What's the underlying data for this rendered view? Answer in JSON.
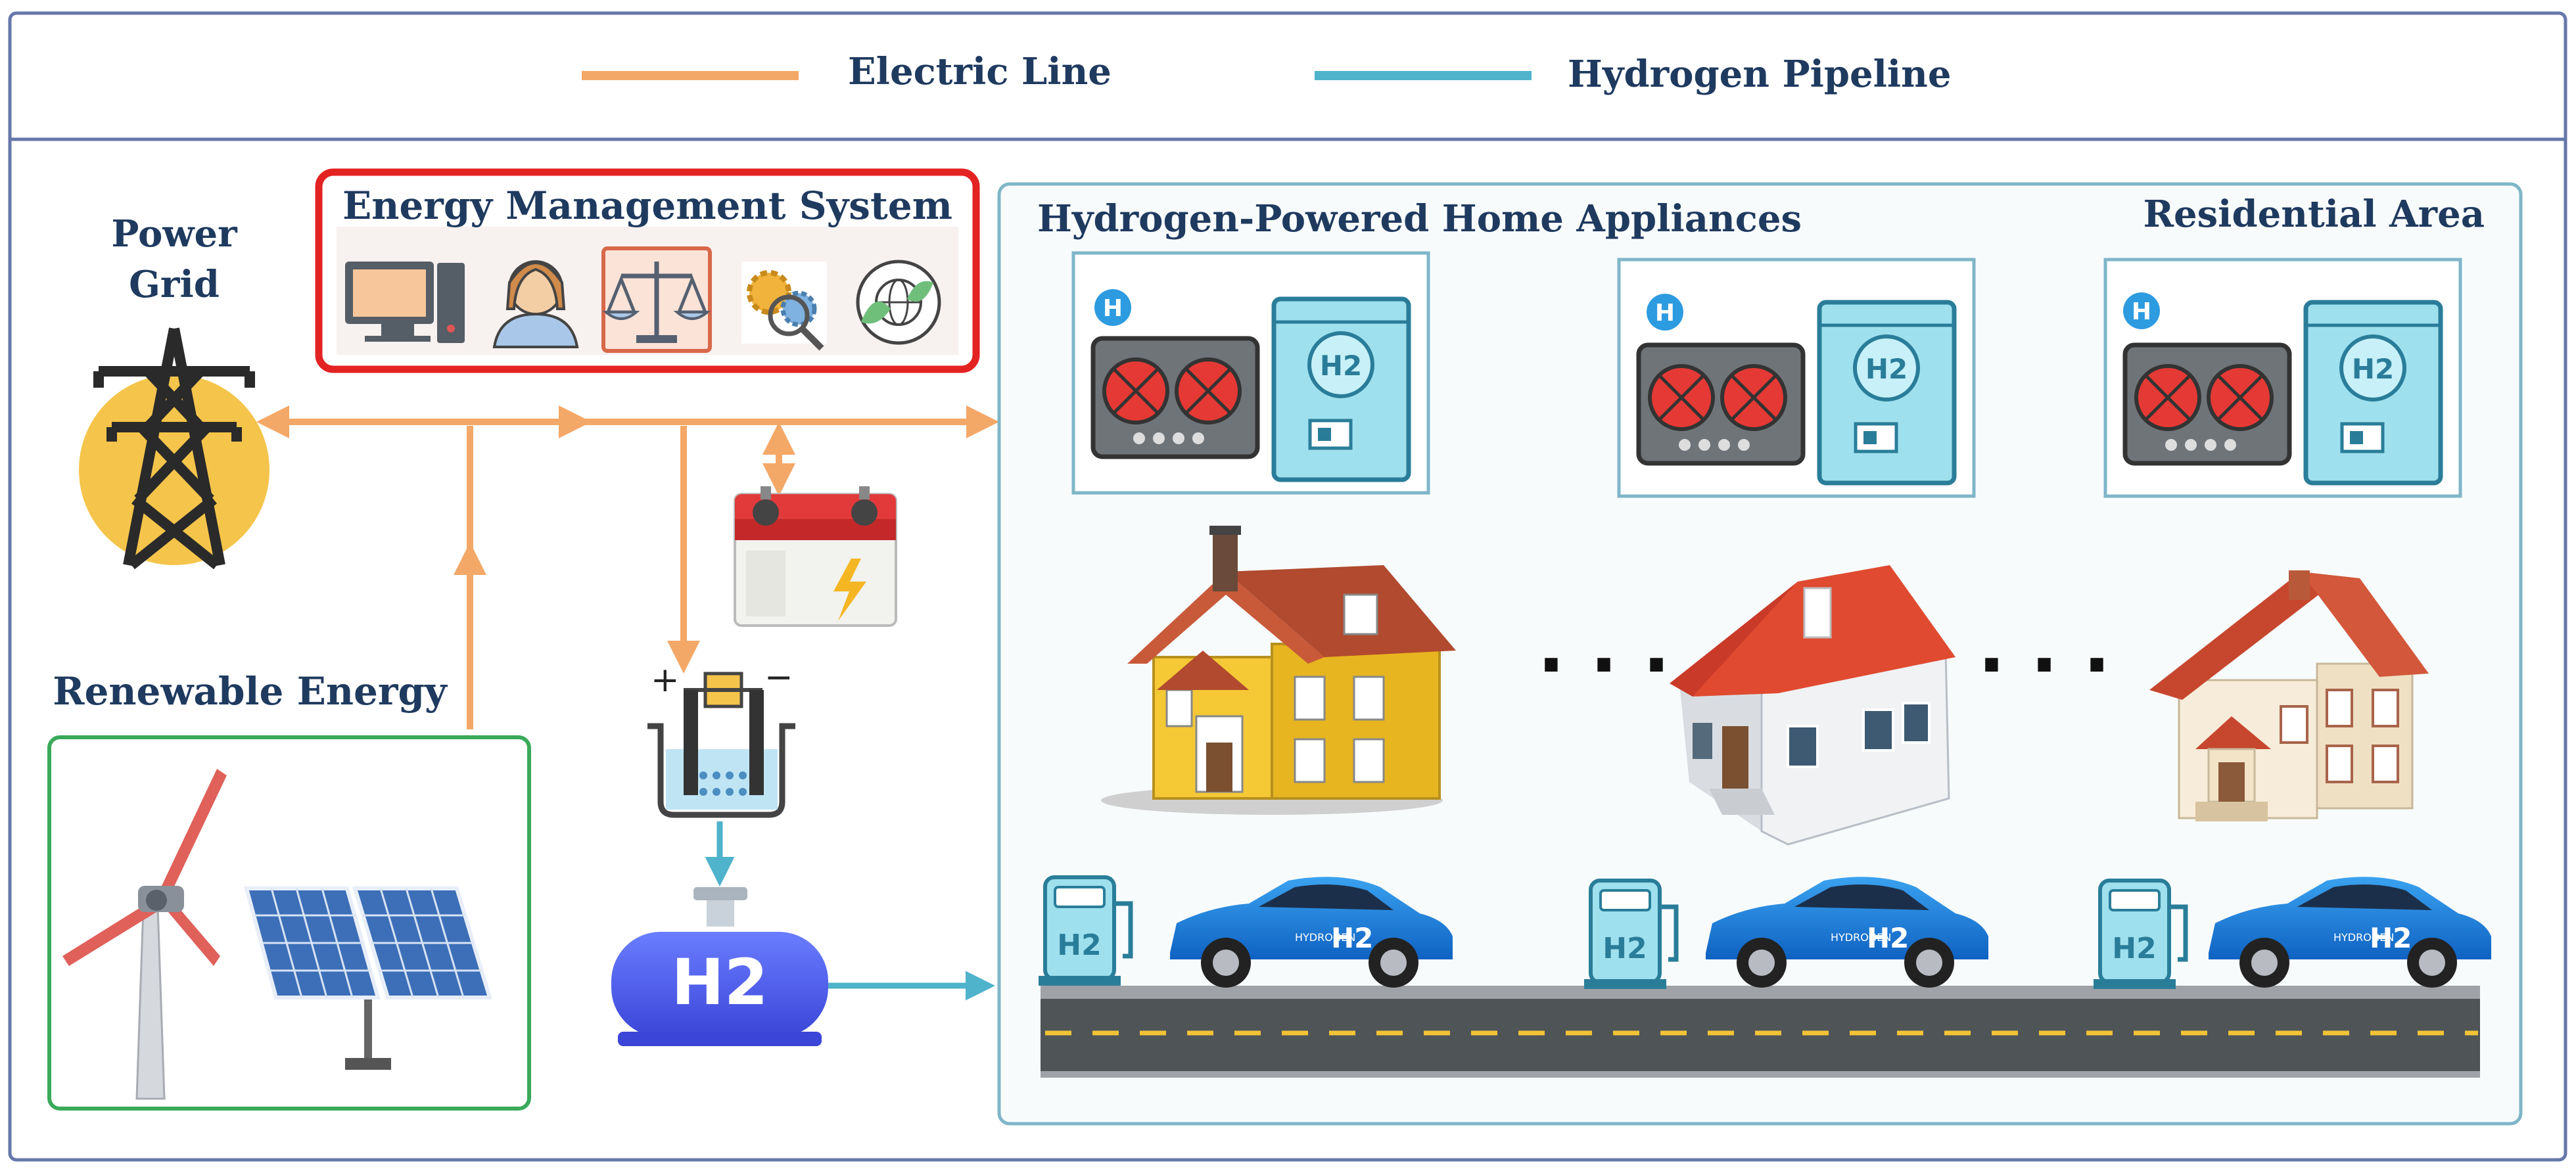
{
  "legend": {
    "electric_line": "Electric Line",
    "hydrogen_pipeline": "Hydrogen Pipeline",
    "electric_color": "#f4a867",
    "hydrogen_color": "#4fb3cb"
  },
  "power_grid": {
    "line1": "Power",
    "line2": "Grid"
  },
  "ems": {
    "title": "Energy Management System",
    "icons": [
      "computer-icon",
      "operator-icon",
      "balance-scale-icon",
      "gear-analysis-icon",
      "eco-globe-icon"
    ]
  },
  "renewable": {
    "title": "Renewable Energy"
  },
  "residential": {
    "appliances_title": "Hydrogen-Powered Home Appliances",
    "area_title": "Residential Area",
    "h2_label": "H2",
    "hydrogen_text": "HYDROGEN"
  },
  "storage": {
    "tank_label": "H2"
  },
  "ellipsis": "· · ·",
  "colors": {
    "text": "#1f3a5f",
    "ems_border": "#e32222",
    "renewable_border": "#3aaa5a",
    "residential_border": "#7fb6c8"
  }
}
